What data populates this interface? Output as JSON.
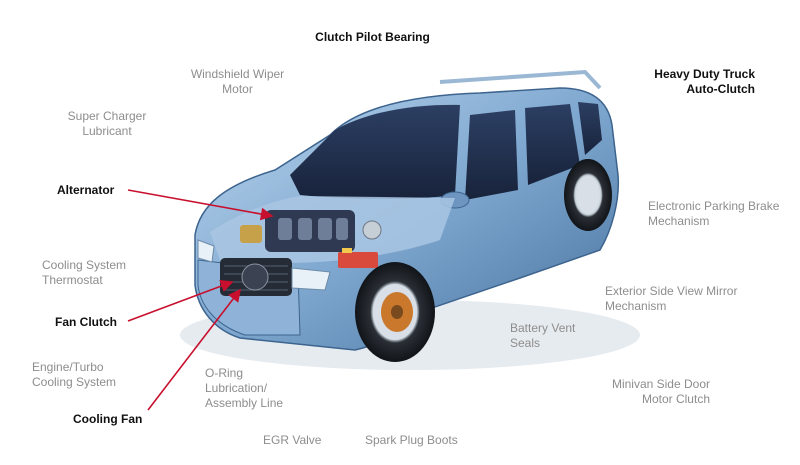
{
  "labels": {
    "clutch_pilot_bearing": "Clutch Pilot Bearing",
    "windshield_wiper_motor": "Windshield Wiper\nMotor",
    "heavy_duty_truck": "Heavy Duty Truck\nAuto-Clutch",
    "super_charger": "Super Charger\nLubricant",
    "alternator": "Alternator",
    "electronic_parking_brake": "Electronic Parking Brake\nMechanism",
    "cooling_system_thermostat": "Cooling System\nThermostat",
    "exterior_mirror": "Exterior Side View Mirror\nMechanism",
    "fan_clutch": "Fan Clutch",
    "battery_vent": "Battery Vent\nSeals",
    "engine_turbo": "Engine/Turbo\nCooling System",
    "o_ring": "O-Ring\nLubrication/\nAssembly Line",
    "minivan_door": "Minivan Side Door\nMotor Clutch",
    "cooling_fan": "Cooling Fan",
    "egr_valve": "EGR Valve",
    "spark_plug_boots": "Spark Plug Boots"
  },
  "colors": {
    "highlight_text": "#111111",
    "muted_text": "#8d8d8d",
    "pointer_arrow": "#c8102e",
    "car_body": "#7fa8d0"
  }
}
